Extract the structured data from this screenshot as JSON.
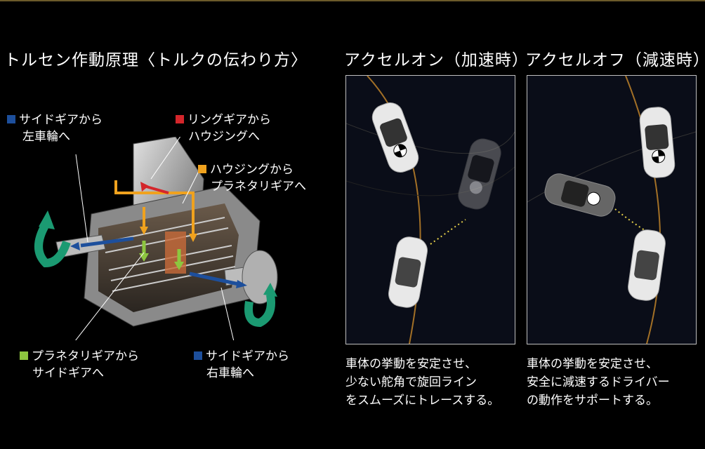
{
  "diagram": {
    "title": "トルセン作動原理〈トルクの伝わり方〉",
    "labels": {
      "side_left": {
        "color": "#1d4f9c",
        "lines": [
          "サイドギアから",
          "左車輪へ"
        ]
      },
      "ring": {
        "color": "#d4262b",
        "lines": [
          "リングギアから",
          "ハウジングへ"
        ]
      },
      "housing": {
        "color": "#f0a21e",
        "lines": [
          "ハウジングから",
          "プラネタリギアへ"
        ]
      },
      "planetary": {
        "color": "#8dc63f",
        "lines": [
          "プラネタリギアから",
          "サイドギアへ"
        ]
      },
      "side_right": {
        "color": "#1d4f9c",
        "lines": [
          "サイドギアから",
          "右車輪へ"
        ]
      }
    }
  },
  "accel_on": {
    "title": "アクセルオン（加速時）",
    "desc": [
      "車体の挙動を安定させ、",
      "少ない舵角で旋回ライン",
      "をスムーズにトレースする。"
    ]
  },
  "accel_off": {
    "title": "アクセルオフ（減速時）",
    "desc": [
      "車体の挙動を安定させ、",
      "安全に減速するドライバー",
      "の動作をサポートする。"
    ]
  }
}
